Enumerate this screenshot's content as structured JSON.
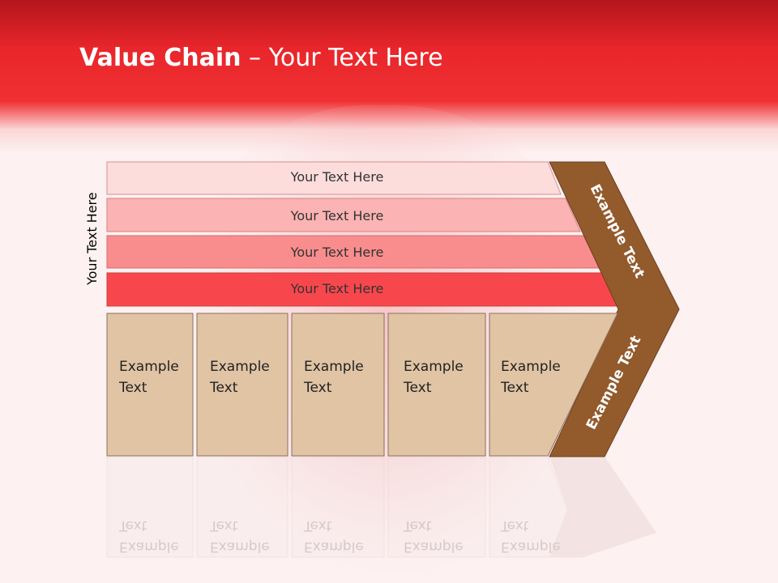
{
  "slide": {
    "title_bold": "Value Chain",
    "title_rest": " – Your Text Here",
    "side_label": "Your Text Here"
  },
  "bars": [
    {
      "label": "Your Text Here",
      "color": "#fddcdc"
    },
    {
      "label": "Your Text Here",
      "color": "#fbb3b3"
    },
    {
      "label": "Your Text Here",
      "color": "#f98d8d"
    },
    {
      "label": "Your Text Here",
      "color": "#f7474d"
    }
  ],
  "boxes": [
    {
      "line1": "Example",
      "line2": "Text"
    },
    {
      "line1": "Example",
      "line2": "Text"
    },
    {
      "line1": "Example",
      "line2": "Text"
    },
    {
      "line1": "Example",
      "line2": "Text"
    },
    {
      "line1": "Example",
      "line2": "Text"
    }
  ],
  "chevron": {
    "upper_label": "Example Text",
    "lower_label": "Example Text",
    "color": "#935a2c"
  },
  "colors": {
    "box_fill": "#e0c4a4",
    "box_stroke": "#8a7060",
    "header_red": "#e8262b"
  }
}
